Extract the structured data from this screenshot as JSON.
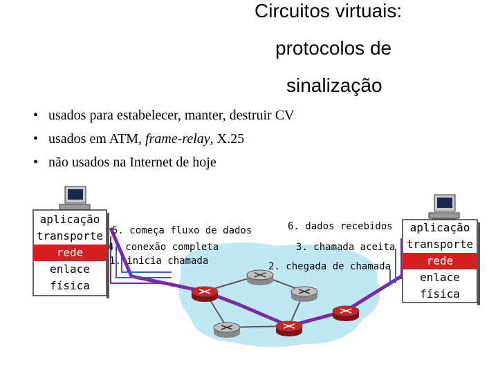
{
  "title": {
    "line1": "Circuitos virtuais:",
    "line2": "protocolos de",
    "line3": "sinalização"
  },
  "bullets": [
    {
      "text_a": "usados para estabelecer, manter, destruir CV",
      "italic": "",
      "text_b": ""
    },
    {
      "text_a": "usados em ATM, ",
      "italic": "frame-relay",
      "text_b": ", X.25"
    },
    {
      "text_a": "não usados na Internet de hoje",
      "italic": "",
      "text_b": ""
    }
  ],
  "bullet_char": "•",
  "left_stack": [
    "aplicação",
    "transporte",
    "rede",
    "enlace",
    "física"
  ],
  "right_stack": [
    "aplicação",
    "transporte",
    "rede",
    "enlace",
    "física"
  ],
  "steps_left": {
    "s5": "5. começa fluxo de dados",
    "s4": "4. conexão completa",
    "s1": "1. inicia chamada"
  },
  "steps_right": {
    "s6": "6. dados recebidos",
    "s3": "3. chamada aceita",
    "s2": "2. chegada de chamada"
  },
  "colors": {
    "net_layer": "#d42020",
    "path": "#7a2aa8",
    "cloud": "#bfe8f5",
    "router": "#c0c0c0",
    "router_on_path": "#d42020",
    "arrow": "#3b5bd9"
  }
}
